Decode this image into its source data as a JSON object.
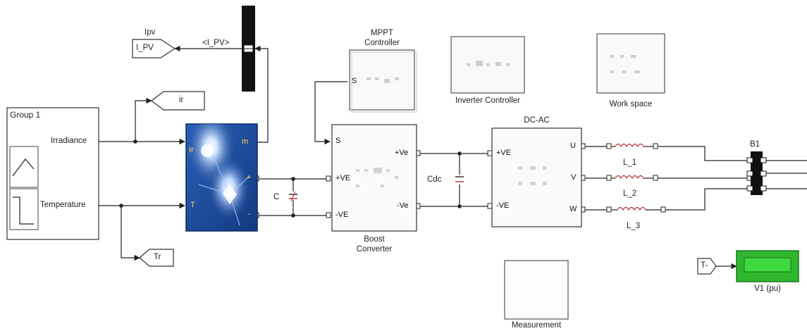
{
  "blocks": {
    "signal_group": {
      "title": "Group 1",
      "out1": "Irradiance",
      "out2": "Temperature"
    },
    "ipv_goto": {
      "label": "Ipv",
      "tag": "I_PV"
    },
    "bus_selector": {
      "signal": "<I_PV>"
    },
    "ir_goto": {
      "tag": "ir"
    },
    "tr_goto": {
      "tag": "Tr"
    },
    "pv_array": {
      "port_ir": "Ir",
      "port_t": "T",
      "port_m": "m",
      "port_plus": "+",
      "port_minus": "-"
    },
    "capacitor_c": {
      "label": "C"
    },
    "mppt": {
      "title_line1": "MPPT",
      "title_line2": "Controller",
      "port_s": "S"
    },
    "boost": {
      "port_s": "S",
      "port_in_pos": "+VE",
      "port_in_neg": "-VE",
      "port_out_pos": "+Ve",
      "port_out_neg": "-Ve",
      "label_line1": "Boost",
      "label_line2": "Converter"
    },
    "cdc": {
      "label": "Cdc"
    },
    "inverter_controller": {
      "label": "Inverter Controller"
    },
    "workspace": {
      "label": "Work space"
    },
    "dcac": {
      "title": "DC-AC",
      "port_in_pos": "+VE",
      "port_in_neg": "-VE",
      "port_u": "U",
      "port_v": "V",
      "port_w": "W"
    },
    "inductors": [
      "L_1",
      "L_2",
      "L_3"
    ],
    "bus_b1": {
      "label": "B1"
    },
    "measurement": {
      "label": "Measurement"
    },
    "from_t": {
      "tag": "T-"
    },
    "scope_v1": {
      "label": "V1 (pu)"
    }
  },
  "colors": {
    "line": "#222222",
    "pv_panel": "#1f4fa0",
    "scope_green": "#2fb82f",
    "capacitor_accent": "#b03030"
  }
}
